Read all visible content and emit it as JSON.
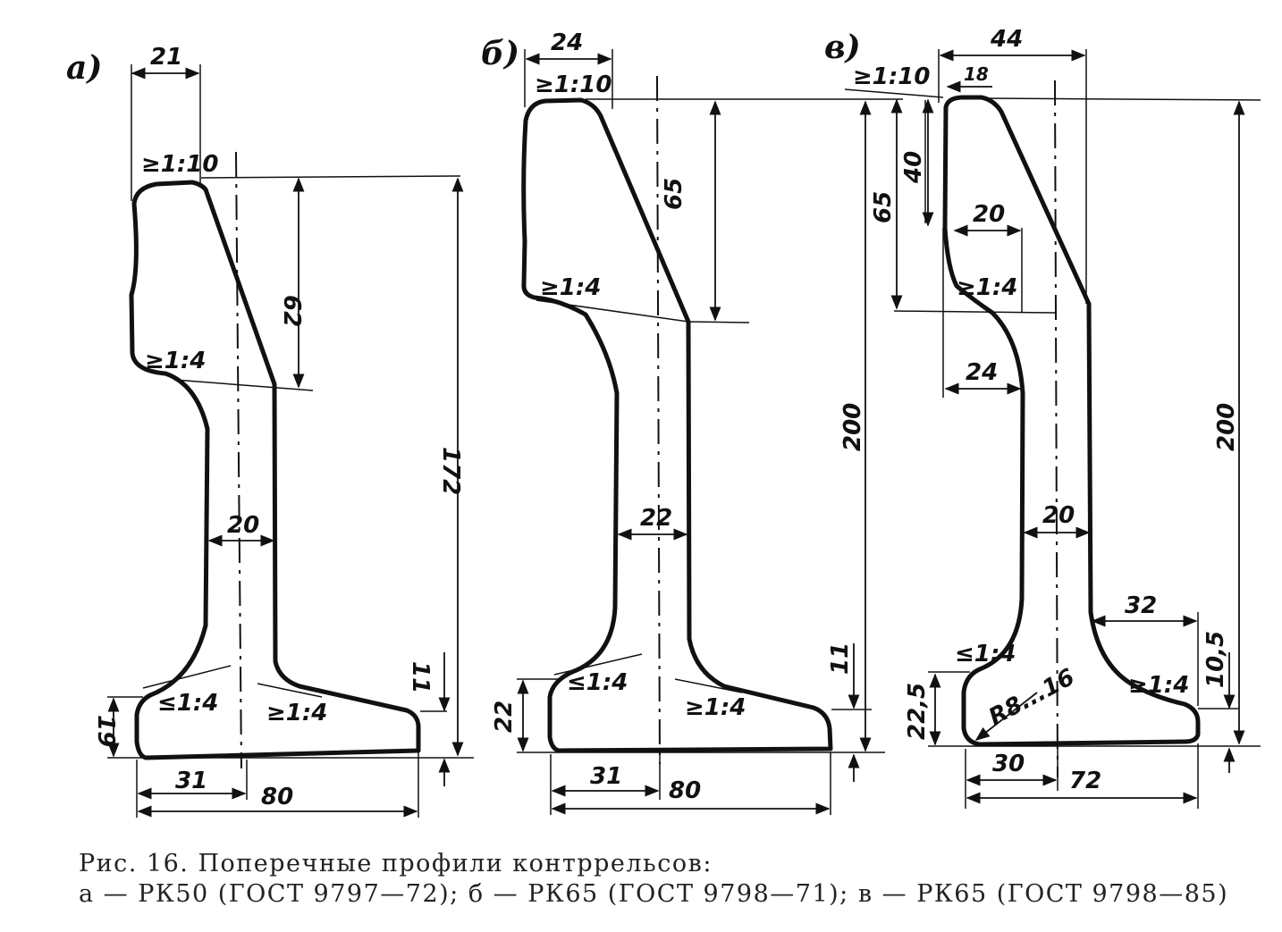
{
  "panels": {
    "a": {
      "letter": "а)",
      "dims": {
        "head_width": "21",
        "height": "172",
        "head_height": "62",
        "web": "20",
        "base_thick": "11",
        "base_left": "19",
        "half_base": "31",
        "base": "80"
      },
      "slopes": {
        "top": "≥1:10",
        "neck": "≥1:4",
        "base_l": "≤1:4",
        "base_r": "≥1:4"
      }
    },
    "b": {
      "letter": "б)",
      "dims": {
        "head_width": "24",
        "head_height": "65",
        "height": "200",
        "web": "22",
        "base_thick": "11",
        "base_left": "22",
        "half_base": "31",
        "base": "80"
      },
      "slopes": {
        "top": "≥1:10",
        "neck": "≥1:4",
        "base_l": "≤1:4",
        "base_r": "≥1:4"
      }
    },
    "c": {
      "letter": "в)",
      "dims": {
        "width": "44",
        "top_width": "18",
        "d40": "40",
        "d65": "65",
        "d20": "20",
        "d24": "24",
        "height_l": "200",
        "height_r": "200",
        "web": "20",
        "d32": "32",
        "d10_5": "10,5",
        "d22_5": "22,5",
        "radius": "R8...16",
        "d30": "30",
        "base": "72"
      },
      "slopes": {
        "top": "≥1:10",
        "neck": "≥1:4",
        "base_l": "≤1:4",
        "base_r": "≥1:4"
      }
    }
  },
  "caption": {
    "line1": "Рис. 16. Поперечные профили контррельсов:",
    "line2": "а — РК50 (ГОСТ 9797—72); б — РК65 (ГОСТ 9798—71); в — РК65 (ГОСТ 9798—85)"
  },
  "colors": {
    "ink": "#111111",
    "paper": "#ffffff"
  }
}
